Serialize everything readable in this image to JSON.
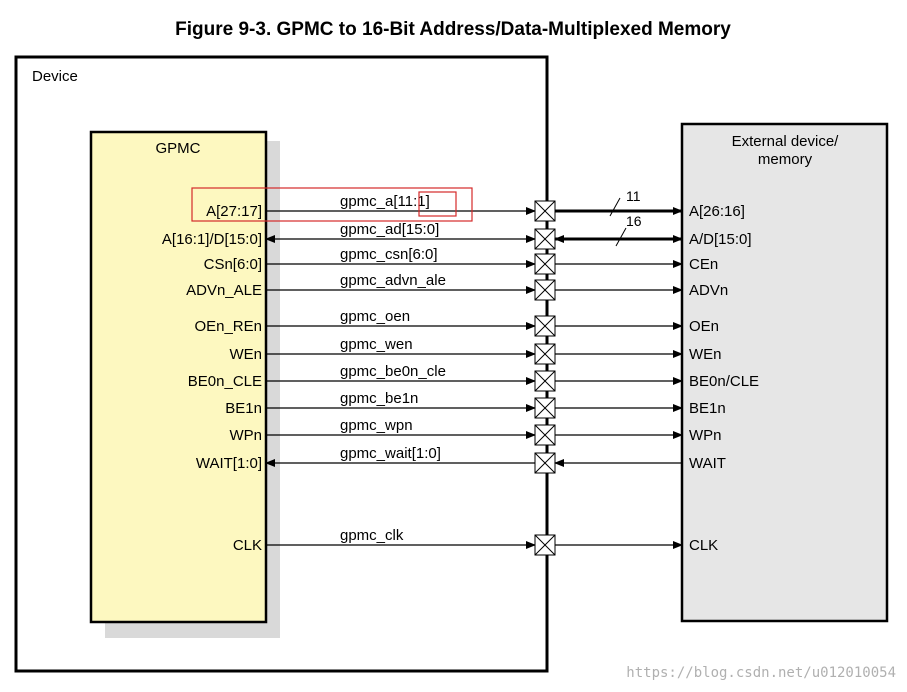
{
  "figure_title": "Figure 9-3. GPMC to 16-Bit Address/Data-Multiplexed Memory",
  "device": {
    "label": "Device"
  },
  "gpmc": {
    "label": "GPMC"
  },
  "external": {
    "label_line1": "External device/",
    "label_line2": "memory"
  },
  "bus_widths": {
    "address": "11",
    "data": "16"
  },
  "signals": [
    {
      "gpmc_pin": "A[27:17]",
      "net": "gpmc_a[11:1]",
      "ext_pin": "A[26:16]",
      "dir": "out",
      "bus": true
    },
    {
      "gpmc_pin": "A[16:1]/D[15:0]",
      "net": "gpmc_ad[15:0]",
      "ext_pin": "A/D[15:0]",
      "dir": "bidir",
      "bus": true
    },
    {
      "gpmc_pin": "CSn[6:0]",
      "net": "gpmc_csn[6:0]",
      "ext_pin": "CEn",
      "dir": "out",
      "bus": false
    },
    {
      "gpmc_pin": "ADVn_ALE",
      "net": "gpmc_advn_ale",
      "ext_pin": "ADVn",
      "dir": "out",
      "bus": false
    },
    {
      "gpmc_pin": "OEn_REn",
      "net": "gpmc_oen",
      "ext_pin": "OEn",
      "dir": "out",
      "bus": false
    },
    {
      "gpmc_pin": "WEn",
      "net": "gpmc_wen",
      "ext_pin": "WEn",
      "dir": "out",
      "bus": false
    },
    {
      "gpmc_pin": "BE0n_CLE",
      "net": "gpmc_be0n_cle",
      "ext_pin": "BE0n/CLE",
      "dir": "out",
      "bus": false
    },
    {
      "gpmc_pin": "BE1n",
      "net": "gpmc_be1n",
      "ext_pin": "BE1n",
      "dir": "out",
      "bus": false
    },
    {
      "gpmc_pin": "WPn",
      "net": "gpmc_wpn",
      "ext_pin": "WPn",
      "dir": "out",
      "bus": false
    },
    {
      "gpmc_pin": "WAIT[1:0]",
      "net": "gpmc_wait[1:0]",
      "ext_pin": "WAIT",
      "dir": "in",
      "bus": false
    },
    {
      "gpmc_pin": "CLK",
      "net": "gpmc_clk",
      "ext_pin": "CLK",
      "dir": "out",
      "bus": false
    }
  ],
  "watermark": "https://blog.csdn.net/u012010054",
  "colors": {
    "gpmc_fill": "#fdf8c0",
    "external_fill": "#e6e6e6",
    "shadow": "#d9d9d9",
    "highlight": "#d42a2a"
  }
}
